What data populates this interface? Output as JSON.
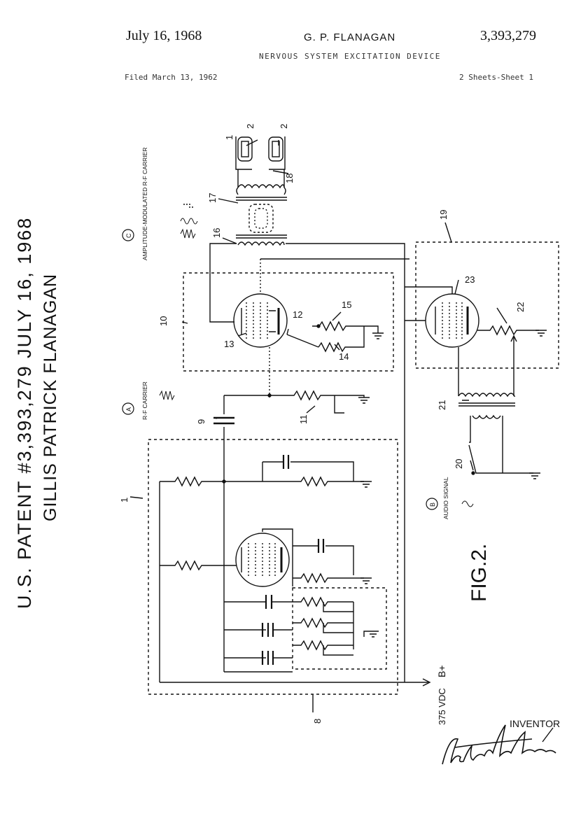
{
  "header": {
    "date": "July 16, 1968",
    "inventor_name": "G. P. FLANAGAN",
    "patent_number": "3,393,279",
    "title": "NERVOUS SYSTEM EXCITATION DEVICE",
    "filed": "Filed March 13, 1962",
    "sheets": "2 Sheets-Sheet 1"
  },
  "side_text": {
    "line1": "U.S. PATENT #3,393,279     JULY 16, 1968",
    "line2": "GILLIS PATRICK FLANAGAN"
  },
  "diagram": {
    "figure_label": "FIG.2.",
    "supply_label": "B+",
    "supply_voltage": "375 VDC",
    "waveform_c": "AMPLITUDE-MODULATED R-F CARRIER",
    "waveform_c_tag": "C",
    "waveform_a": "R-F CARRIER",
    "waveform_a_tag": "A",
    "waveform_b": "AUDIO SIGNAL",
    "waveform_b_tag": "B",
    "refs": {
      "r1": "1",
      "r2": "2",
      "r8": "8",
      "r9": "9",
      "r10": "10",
      "r11": "11",
      "r12": "12",
      "r13": "13",
      "r14": "14",
      "r15": "15",
      "r16": "16",
      "r17": "17",
      "r18": "18",
      "r19": "19",
      "r20": "20",
      "r21": "21",
      "r22": "22",
      "r23": "23"
    }
  },
  "inventor": {
    "label": "INVENTOR",
    "signature": "Gillis Patrick Flanagan"
  }
}
